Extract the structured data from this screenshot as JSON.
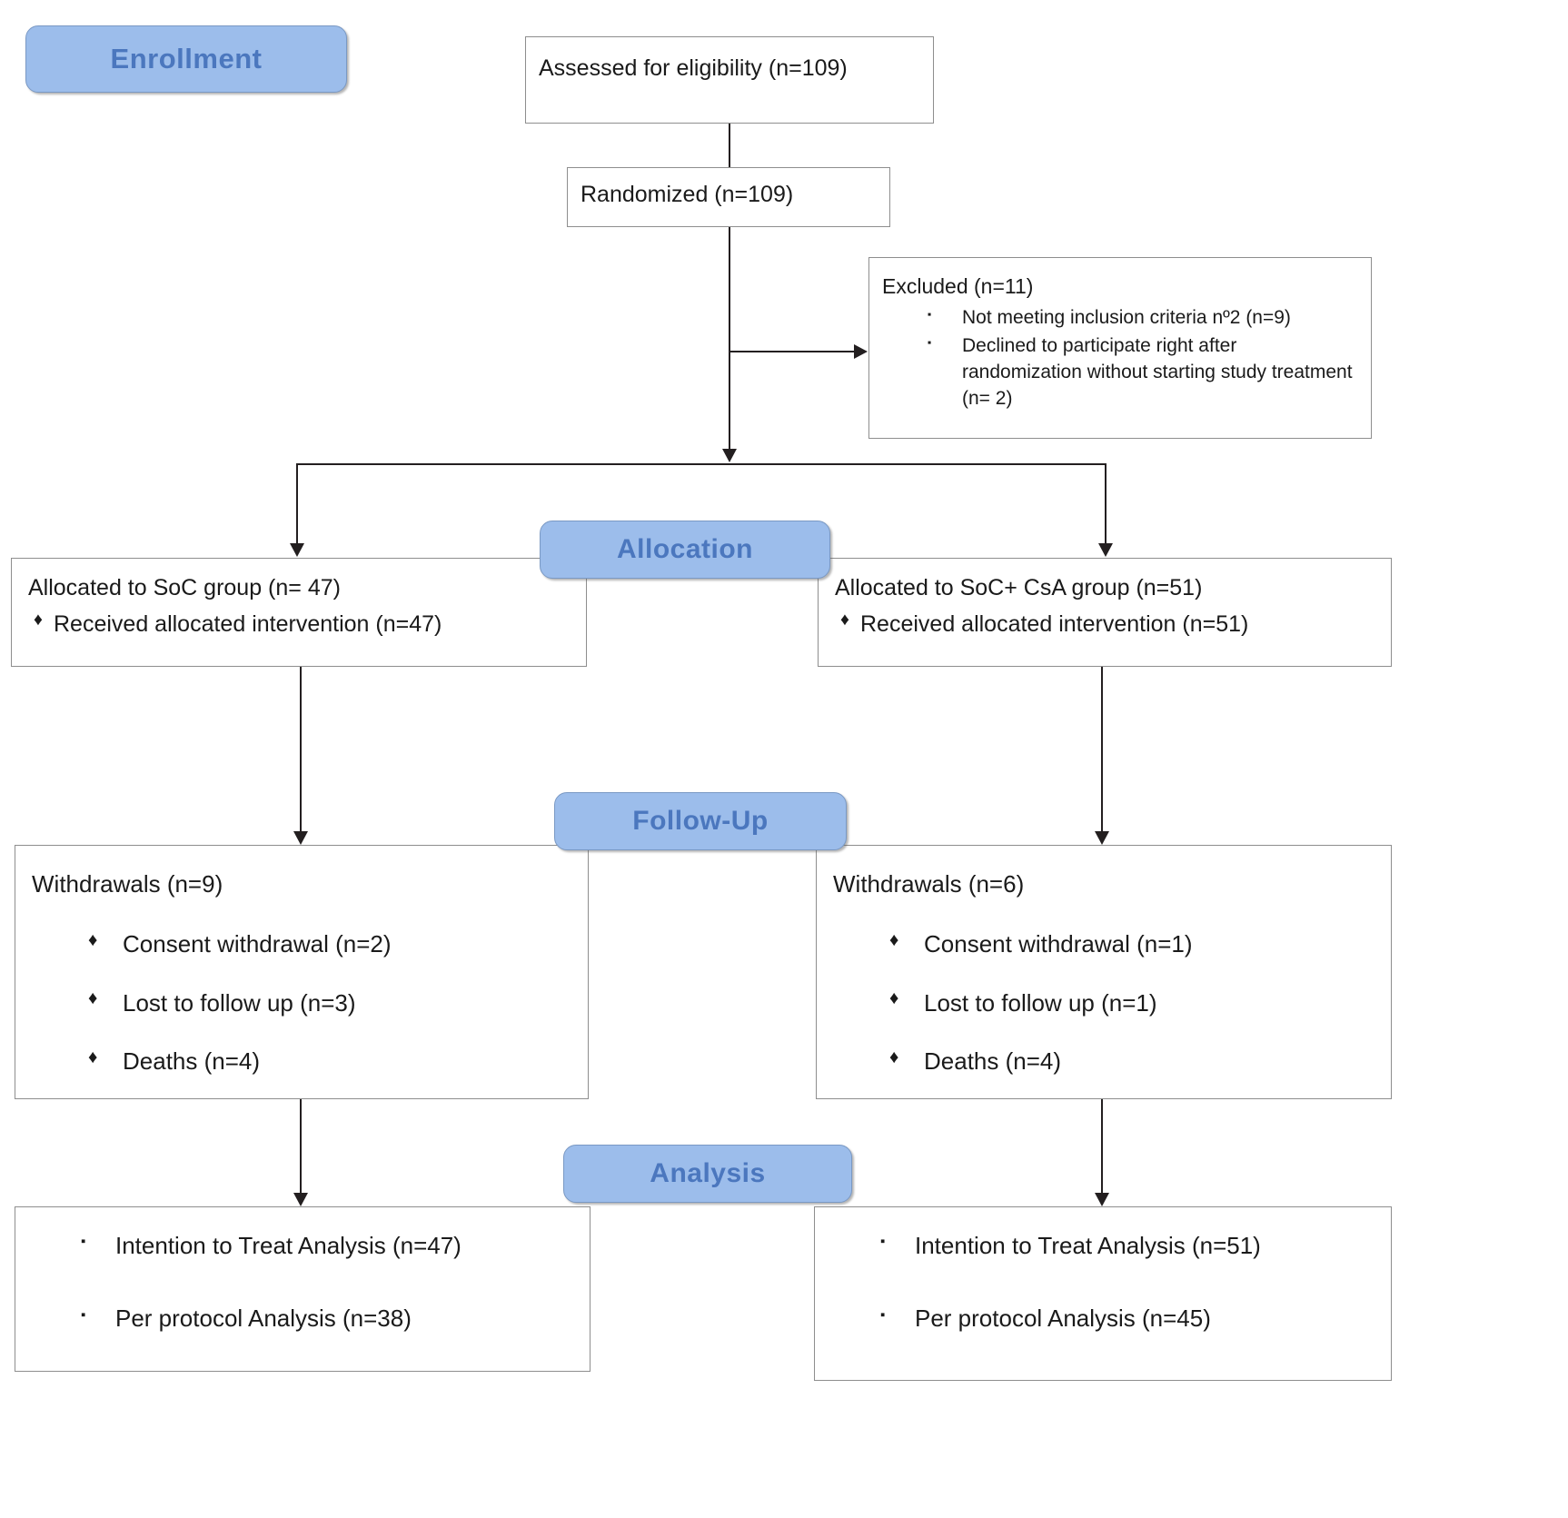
{
  "diagram": {
    "type": "CONSORT flow diagram",
    "stages": [
      {
        "key": "enrollment",
        "label": "Enrollment"
      },
      {
        "key": "allocation",
        "label": "Allocation"
      },
      {
        "key": "followup",
        "label": "Follow-Up"
      },
      {
        "key": "analysis",
        "label": "Analysis"
      }
    ],
    "colors": {
      "pill_fill": "#9cbdeb",
      "pill_border": "#7a99c4",
      "pill_text": "#4b77be",
      "box_border": "#8e8e8e",
      "connector": "#231f20",
      "text": "#1a1a1a"
    }
  },
  "enrollment": {
    "assessed": {
      "text": "Assessed for eligibility (n=109)"
    },
    "randomized": {
      "text": "Randomized (n=109)"
    },
    "excluded": {
      "title": "Excluded (n=11)",
      "bullet_glyph": "▪",
      "items": [
        "Not meeting inclusion criteria nº2 (n=9)",
        "Declined to participate right after randomization without starting study treatment (n= 2)"
      ]
    }
  },
  "allocation": {
    "left": {
      "title": "Allocated to SoC group (n= 47)",
      "bullet_glyph": "♦",
      "items": [
        "Received allocated intervention (n=47)"
      ]
    },
    "right": {
      "title": "Allocated to SoC+ CsA group (n=51)",
      "bullet_glyph": "♦",
      "items": [
        "Received allocated intervention (n=51)"
      ]
    }
  },
  "followup": {
    "left": {
      "title": "Withdrawals (n=9)",
      "bullet_glyph": "♦",
      "items": [
        "Consent withdrawal (n=2)",
        "Lost to follow up (n=3)",
        "Deaths (n=4)"
      ]
    },
    "right": {
      "title": "Withdrawals (n=6)",
      "bullet_glyph": "♦",
      "items": [
        "Consent withdrawal (n=1)",
        "Lost to follow up (n=1)",
        "Deaths (n=4)"
      ]
    }
  },
  "analysis": {
    "left": {
      "bullet_glyph": "▪",
      "items": [
        "Intention to Treat Analysis (n=47)",
        "Per protocol Analysis (n=38)"
      ]
    },
    "right": {
      "bullet_glyph": "▪",
      "items": [
        "Intention to Treat Analysis (n=51)",
        "Per protocol Analysis (n=45)"
      ]
    }
  }
}
